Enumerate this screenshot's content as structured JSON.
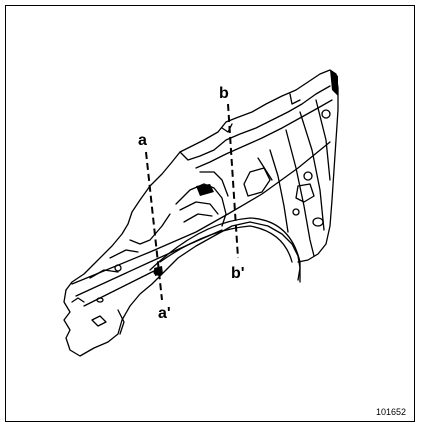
{
  "labels": {
    "a": "a",
    "a_prime": "a'",
    "b": "b",
    "b_prime": "b'"
  },
  "reference_number": "101652",
  "colors": {
    "line": "#000000",
    "background": "#ffffff"
  }
}
